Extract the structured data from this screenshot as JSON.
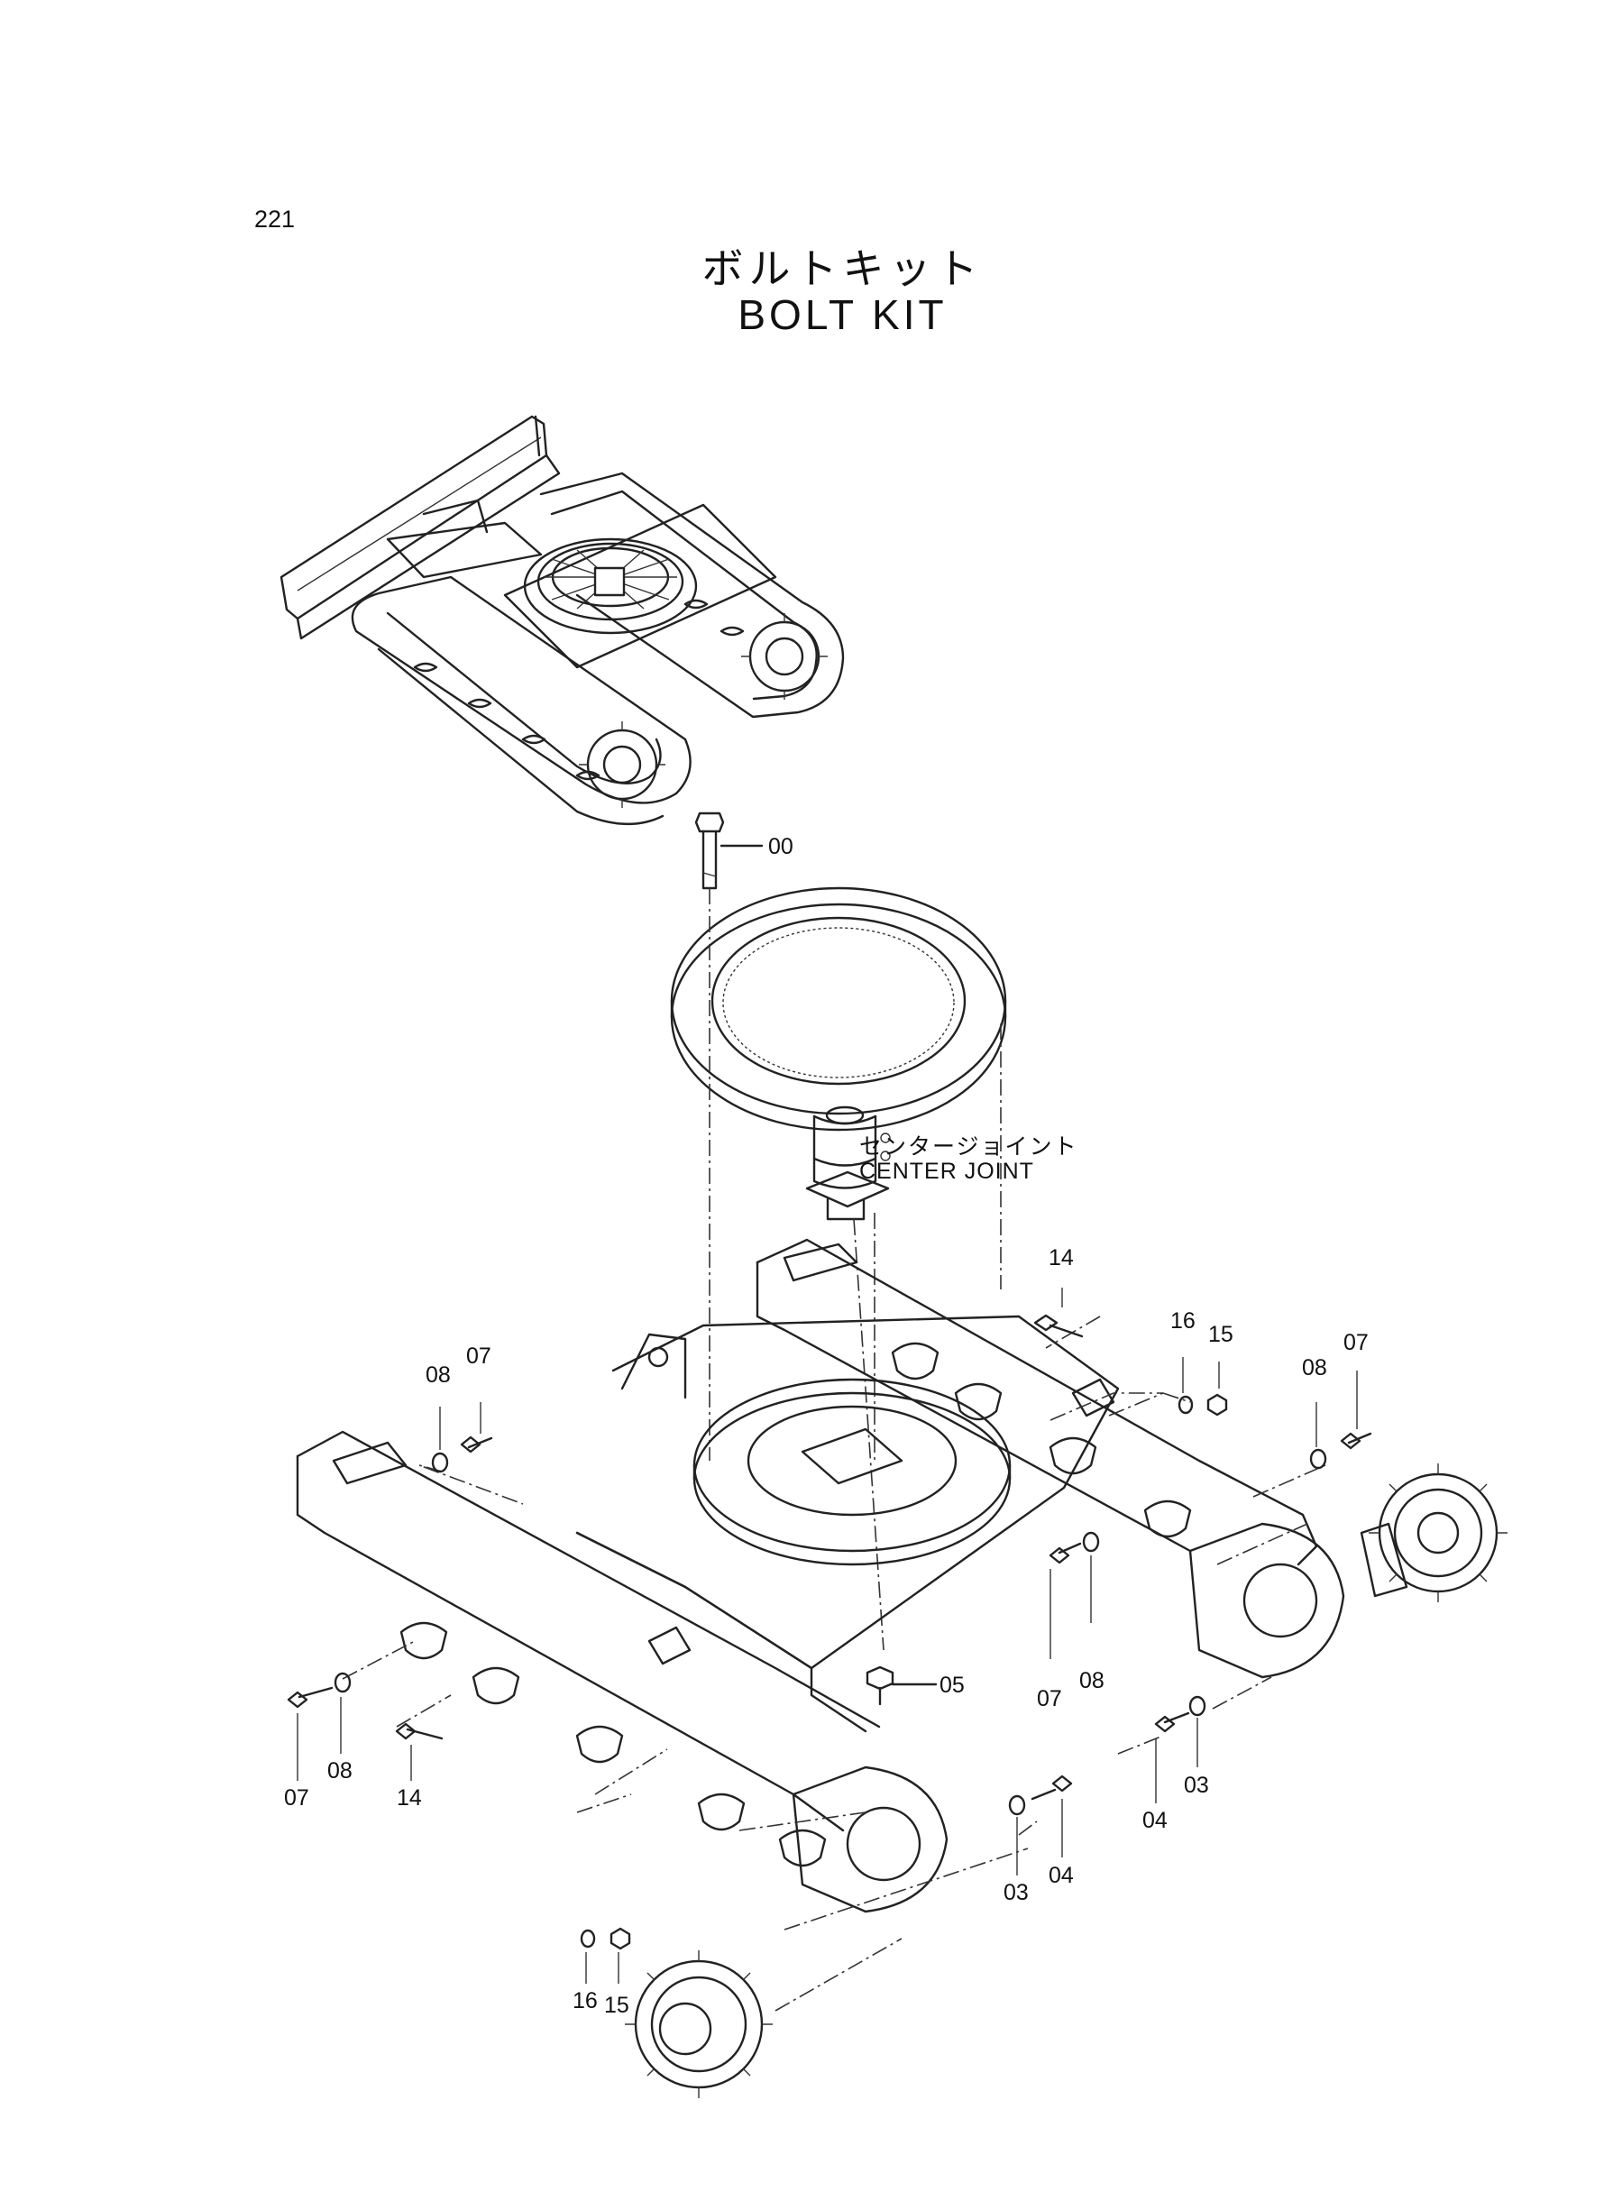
{
  "page_number": "221",
  "title_jp": "ボルトキット",
  "title_en": "BOLT  KIT",
  "center_joint": {
    "jp": "センタージョイント",
    "en": "CENTER  JOINT"
  },
  "part_labels": [
    "00",
    "14",
    "16",
    "15",
    "08",
    "07",
    "08",
    "07",
    "07",
    "08",
    "05",
    "07",
    "08",
    "14",
    "04",
    "03",
    "03",
    "04",
    "16",
    "15"
  ]
}
